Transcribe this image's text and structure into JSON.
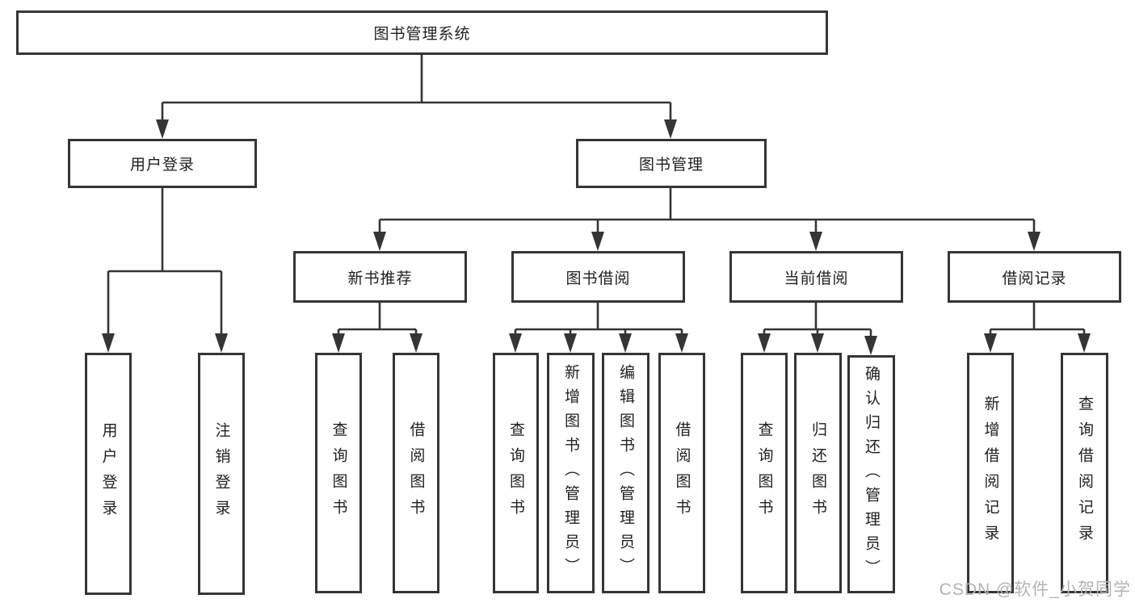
{
  "diagram": {
    "tree": {
      "root": {
        "label": "图书管理系统",
        "children": [
          {
            "label": "用户登录",
            "children": [
              {
                "label": "用户登录"
              },
              {
                "label": "注销登录"
              }
            ]
          },
          {
            "label": "图书管理",
            "children": [
              {
                "label": "新书推荐",
                "children": [
                  {
                    "label": "查询图书"
                  },
                  {
                    "label": "借阅图书"
                  }
                ]
              },
              {
                "label": "图书借阅",
                "children": [
                  {
                    "label": "查询图书"
                  },
                  {
                    "label": "新增图书（管理员）"
                  },
                  {
                    "label": "编辑图书（管理员）"
                  },
                  {
                    "label": "借阅图书"
                  }
                ]
              },
              {
                "label": "当前借阅",
                "children": [
                  {
                    "label": "查询图书"
                  },
                  {
                    "label": "归还图书"
                  },
                  {
                    "label": "确认归还（管理员）"
                  }
                ]
              },
              {
                "label": "借阅记录",
                "children": [
                  {
                    "label": "新增借阅记录"
                  },
                  {
                    "label": "查询借阅记录"
                  }
                ]
              }
            ]
          }
        ]
      }
    }
  },
  "watermark": {
    "text": "CSDN @软件_小贺同学"
  },
  "colors": {
    "line": "#353535",
    "text": "#1f1f1f",
    "background": "#ffffff",
    "watermark": "#b3b3b3"
  }
}
